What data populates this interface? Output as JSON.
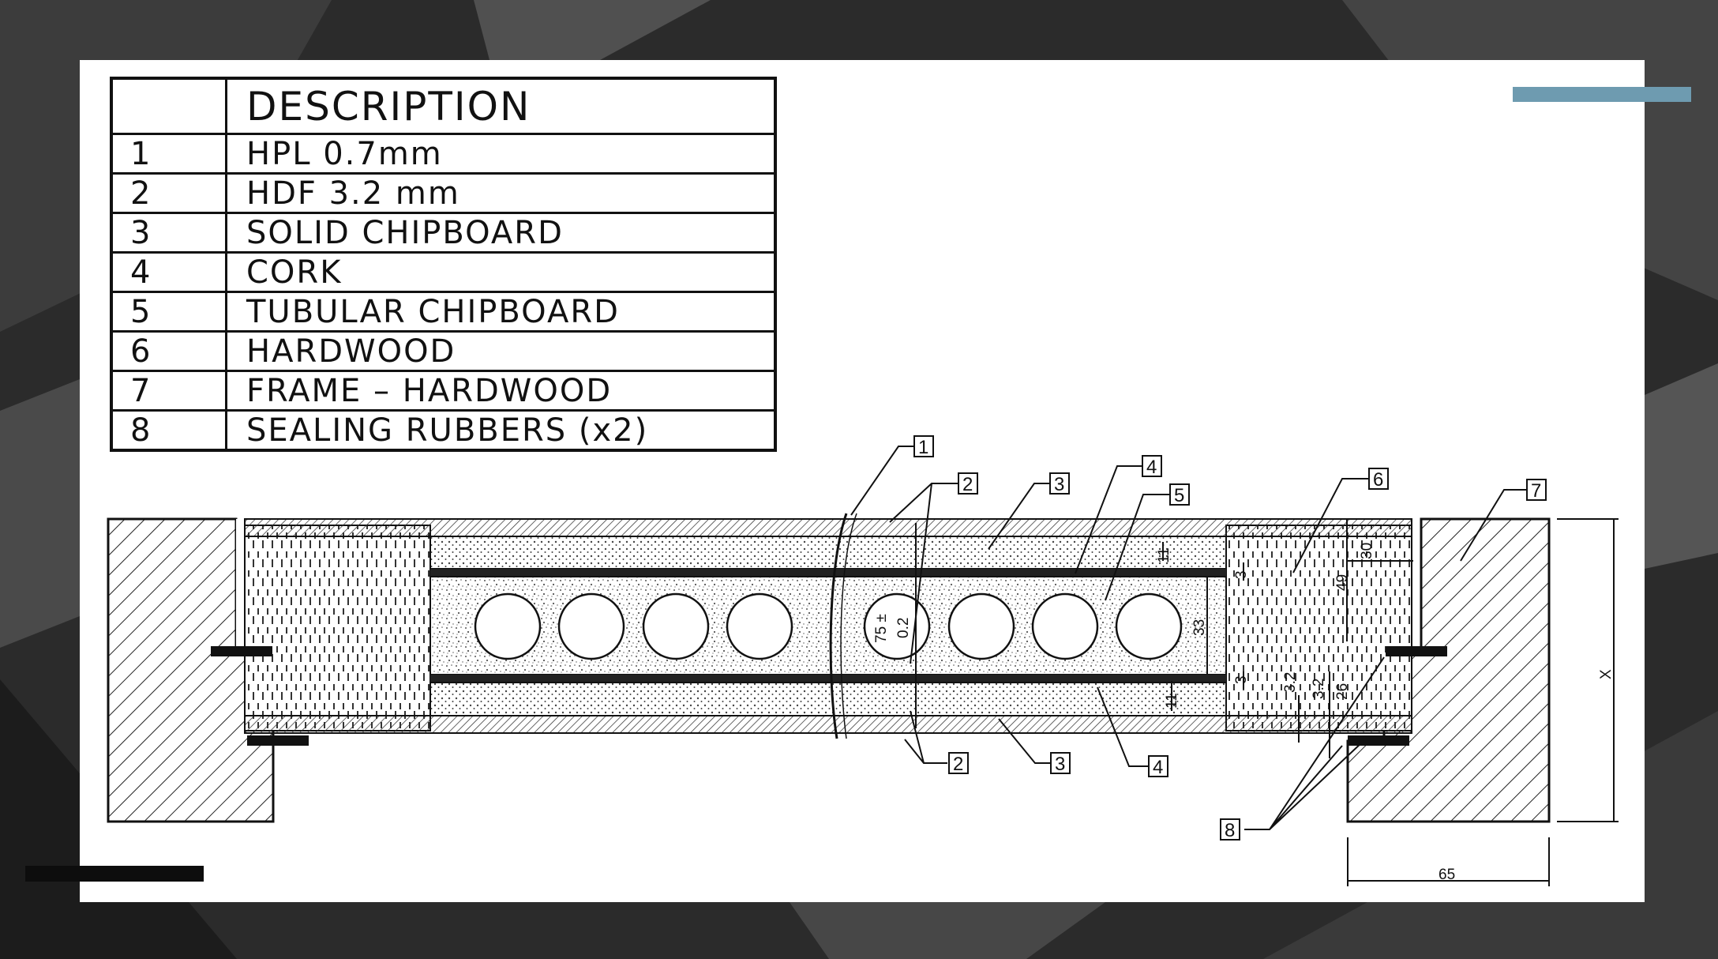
{
  "legend": {
    "header_number": "",
    "header_description": "DESCRIPTION",
    "rows": [
      {
        "number": "1",
        "description": "HPL 0.7mm"
      },
      {
        "number": "2",
        "description": "HDF 3.2 mm"
      },
      {
        "number": "3",
        "description": "SOLID CHIPBOARD"
      },
      {
        "number": "4",
        "description": "CORK"
      },
      {
        "number": "5",
        "description": "TUBULAR CHIPBOARD"
      },
      {
        "number": "6",
        "description": "HARDWOOD"
      },
      {
        "number": "7",
        "description": "FRAME – HARDWOOD"
      },
      {
        "number": "8",
        "description": "SEALING RUBBERS (x2)"
      }
    ]
  },
  "callouts": {
    "c1": "1",
    "c2_top": "2",
    "c3_top": "3",
    "c4_top": "4",
    "c5": "5",
    "c6": "6",
    "c7": "7",
    "c2_bottom": "2",
    "c3_bottom": "3",
    "c4_bottom": "4",
    "c8": "8"
  },
  "dimensions": {
    "tube": "75 ±",
    "tube_tol": "0.2",
    "d11_top": "11",
    "d11_bottom": "11",
    "d3_top": "3",
    "d3_bottom": "3",
    "d33": "33",
    "d30": "30",
    "d49": "49",
    "d32a": "3.2",
    "d32b": "3.2",
    "d26": "26",
    "x": "X",
    "d65": "65"
  },
  "colors": {
    "accent": "#6e9bb0",
    "card": "#ffffff",
    "ink": "#111111"
  }
}
